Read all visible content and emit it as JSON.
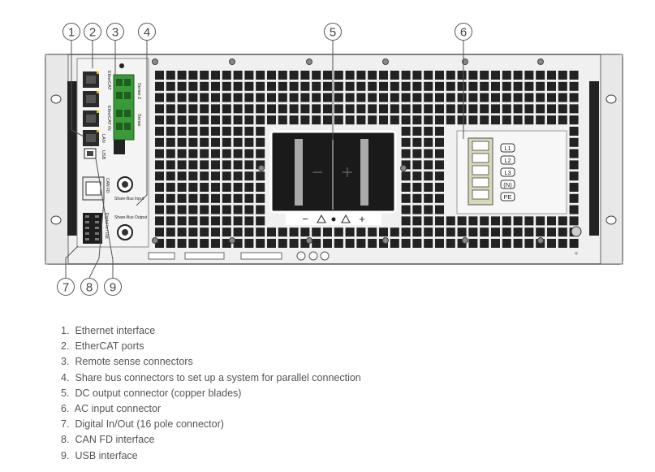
{
  "diagram": {
    "callouts": [
      "1",
      "2",
      "3",
      "4",
      "5",
      "6",
      "7",
      "8",
      "9"
    ],
    "port_labels": {
      "ethercat": "EtherCAT",
      "ethercat_in": "EtherCAT IN",
      "lan": "LAN",
      "usb": "USB",
      "sense2": "Sense 2",
      "sense": "Sense",
      "can_fd": "CAN FD",
      "digital_io": "Digital In / Out",
      "share_bus_input": "Share-Bus Input",
      "share_bus_output": "Share-Bus Output"
    },
    "dc_symbols": {
      "minus": "−",
      "plus": "+"
    },
    "ac_terminals": [
      "L1",
      "L2",
      "L3",
      "(N)",
      "PE"
    ]
  },
  "legend": [
    {
      "num": "1.",
      "text": "Ethernet interface"
    },
    {
      "num": "2.",
      "text": "EtherCAT ports"
    },
    {
      "num": "3.",
      "text": "Remote sense connectors"
    },
    {
      "num": "4.",
      "text": "Share bus connectors to set up a system for parallel connection"
    },
    {
      "num": "5.",
      "text": "DC output connector (copper blades)"
    },
    {
      "num": "6.",
      "text": "AC input connector"
    },
    {
      "num": "7.",
      "text": "Digital In/Out (16 pole connector)"
    },
    {
      "num": "8.",
      "text": "CAN FD interface"
    },
    {
      "num": "9.",
      "text": "USB interface"
    }
  ]
}
